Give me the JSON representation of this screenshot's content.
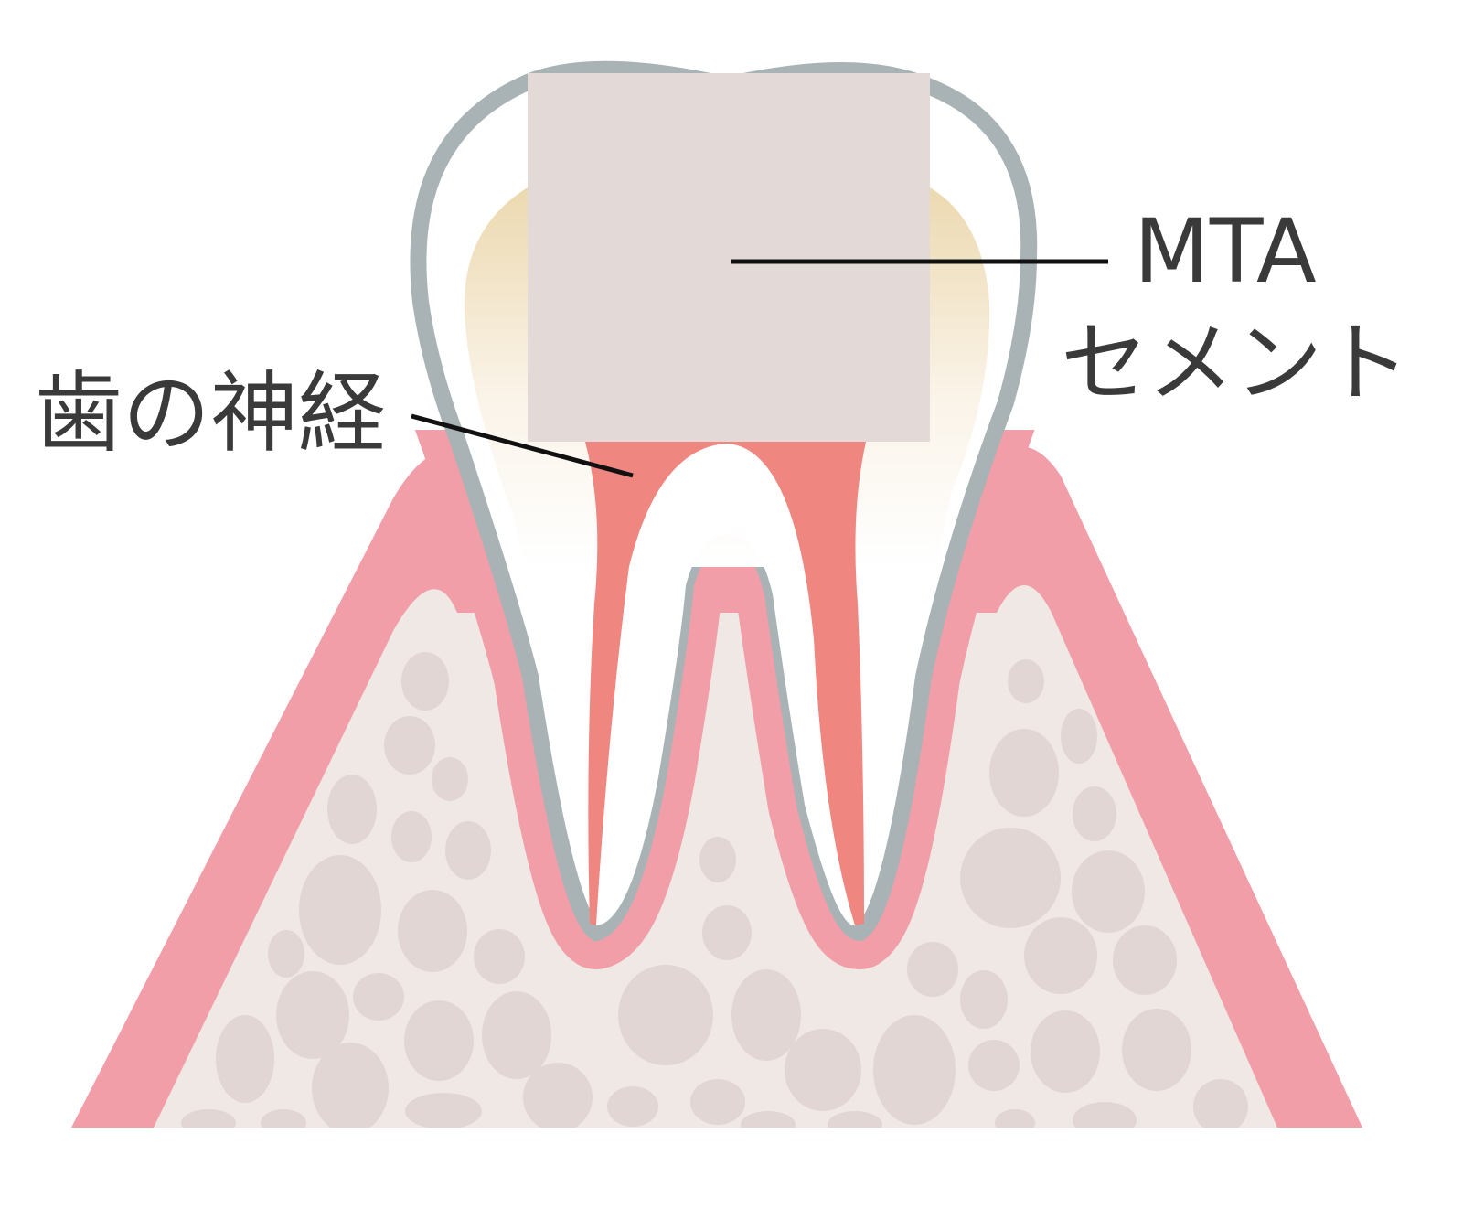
{
  "labels": {
    "mta_line1": "MTA",
    "mta_line2": "セメント",
    "nerve": "歯の神経"
  },
  "colors": {
    "gum": "#f19ea8",
    "bone": "#efe8e4",
    "bone_nodule": "#e2d6d4",
    "tooth_outline": "#a9b3b6",
    "dentin": "#ecd9b0",
    "pulp": "#ef8680",
    "mta_cement": "#e3d9d7",
    "leader_line": "#111111"
  }
}
